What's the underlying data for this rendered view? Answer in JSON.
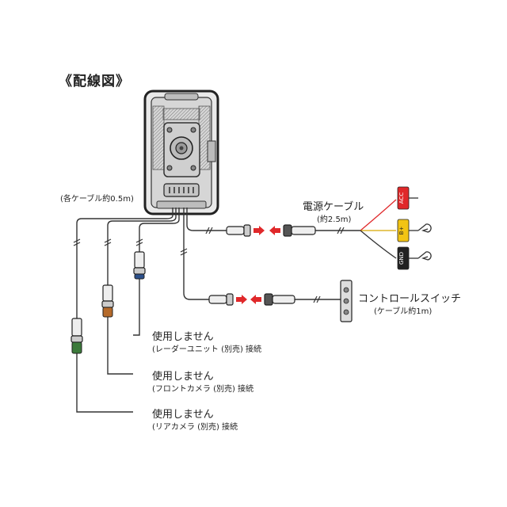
{
  "title": "《配線図》",
  "cable_length_note": "(各ケーブル約0.5m)",
  "power_cable": {
    "name": "電源ケーブル",
    "length": "(約2.5m)",
    "terminals": [
      {
        "label": "ACC",
        "color": "#e0282a"
      },
      {
        "label": "B+",
        "color": "#f2c414"
      },
      {
        "label": "GND",
        "color": "#222222"
      }
    ]
  },
  "control_switch": {
    "name": "コントロールスイッチ",
    "length": "(ケーブル約1m)"
  },
  "unused_ports": [
    {
      "status": "使用しません",
      "desc": "(レーダーユニット (別売) 接続",
      "cap_color": "#2b4f8a"
    },
    {
      "status": "使用しません",
      "desc": "(フロントカメラ (別売) 接続",
      "cap_color": "#b56a2a"
    },
    {
      "status": "使用しません",
      "desc": "(リアカメラ (別売) 接続",
      "cap_color": "#3b7a3a"
    }
  ],
  "colors": {
    "arrow": "#e0282a",
    "line": "#333333"
  }
}
